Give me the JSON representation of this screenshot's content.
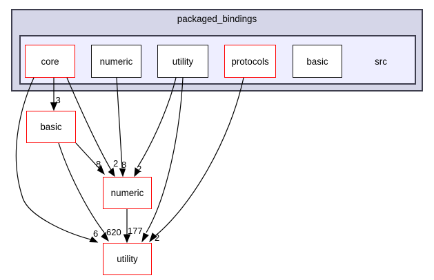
{
  "graph": {
    "title": "packaged_bindings",
    "cluster_src": {
      "label": "src",
      "nodes": [
        {
          "id": "core",
          "label": "core",
          "border": "red"
        },
        {
          "id": "numeric",
          "label": "numeric",
          "border": "black"
        },
        {
          "id": "utility",
          "label": "utility",
          "border": "black"
        },
        {
          "id": "protocols",
          "label": "protocols",
          "border": "red"
        },
        {
          "id": "basic",
          "label": "basic",
          "border": "black"
        }
      ]
    },
    "external_nodes": [
      {
        "id": "basic_ext",
        "label": "basic",
        "border": "red"
      },
      {
        "id": "numeric_ext",
        "label": "numeric",
        "border": "red"
      },
      {
        "id": "utility_ext",
        "label": "utility",
        "border": "red"
      }
    ],
    "edges": [
      {
        "from": "src/core",
        "to": "basic",
        "label": "3"
      },
      {
        "from": "src/core",
        "to": "numeric",
        "label": "2"
      },
      {
        "from": "src/core",
        "to": "utility",
        "label": "6"
      },
      {
        "from": "basic",
        "to": "numeric",
        "label": "8"
      },
      {
        "from": "basic",
        "to": "utility",
        "label": "620"
      },
      {
        "from": "src/numeric",
        "to": "numeric",
        "label": "8"
      },
      {
        "from": "src/utility",
        "to": "numeric",
        "label": "2"
      },
      {
        "from": "src/utility",
        "to": "utility",
        "label": ""
      },
      {
        "from": "src/protocols",
        "to": "utility",
        "label": "2"
      },
      {
        "from": "numeric",
        "to": "utility",
        "label": "177"
      }
    ],
    "colors": {
      "cluster_outer_fill": "#d5d6e8",
      "cluster_inner_fill": "#eeeeff",
      "cluster_border": "#3d3d4d",
      "node_fill": "#ffffff",
      "node_border_black": "#101010",
      "node_border_red": "#ff0000",
      "edge": "#000000"
    }
  }
}
